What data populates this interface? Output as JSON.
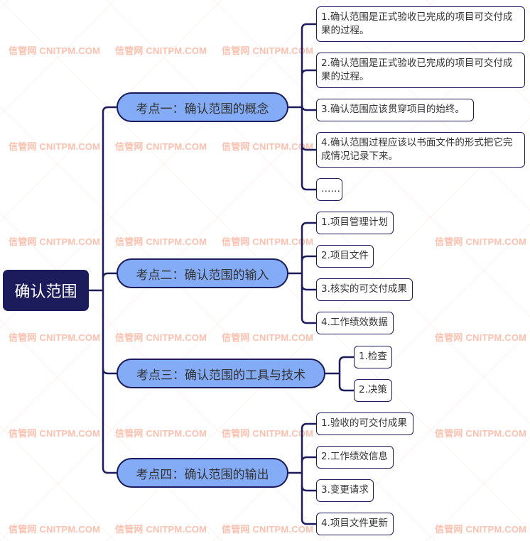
{
  "colors": {
    "root_bg": "#1c1c5c",
    "topic_bg": "#84abf5",
    "line": "#1c1c5c",
    "watermark": "#fa8c6e"
  },
  "root": {
    "label": "确认范围"
  },
  "topics": [
    {
      "label": "考点一：确认范围的概念",
      "children": [
        "1.确认范围是正式验收已完成的项目可交付成果的过程。",
        "2.确认范围是正式验收已完成的项目可交付成果的过程。",
        "3.确认范围应该贯穿项目的始终。",
        "4.确认范围过程应该以书面文件的形式把它完成情况记录下来。",
        "……"
      ]
    },
    {
      "label": "考点二：确认范围的输入",
      "children": [
        "1.项目管理计划",
        "2.项目文件",
        "3.核实的可交付成果",
        "4.工作绩效数据"
      ]
    },
    {
      "label": "考点三：确认范围的工具与技术",
      "children": [
        "1.检查",
        "2.决策"
      ]
    },
    {
      "label": "考点四：确认范围的输出",
      "children": [
        "1.验收的可交付成果",
        "2.工作绩效信息",
        "3.变更请求",
        "4.项目文件更新"
      ]
    }
  ],
  "watermark": {
    "text": "信管网 CNITPM.COM"
  }
}
